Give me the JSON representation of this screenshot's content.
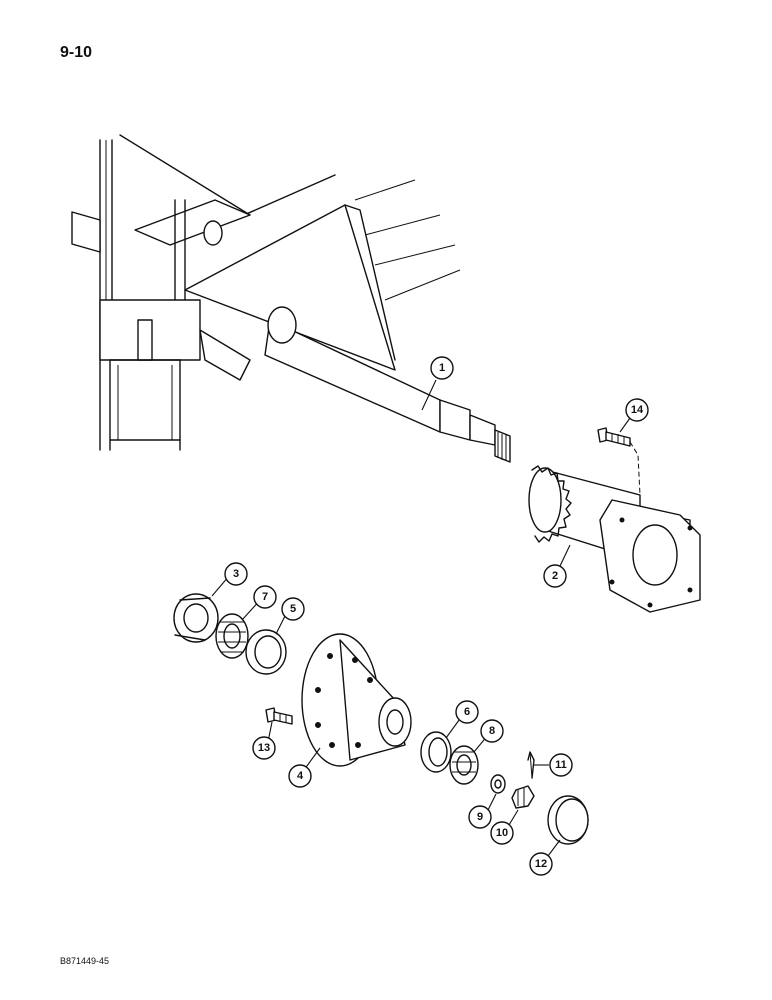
{
  "page": {
    "page_number": "9-10",
    "figure_code": "B871449-45"
  },
  "callouts": [
    {
      "id": "1",
      "label": "1"
    },
    {
      "id": "2",
      "label": "2"
    },
    {
      "id": "3",
      "label": "3"
    },
    {
      "id": "4",
      "label": "4"
    },
    {
      "id": "5",
      "label": "5"
    },
    {
      "id": "6",
      "label": "6"
    },
    {
      "id": "7",
      "label": "7"
    },
    {
      "id": "8",
      "label": "8"
    },
    {
      "id": "9",
      "label": "9"
    },
    {
      "id": "10",
      "label": "10"
    },
    {
      "id": "11",
      "label": "11"
    },
    {
      "id": "12",
      "label": "12"
    },
    {
      "id": "13",
      "label": "13"
    },
    {
      "id": "14",
      "label": "14"
    }
  ]
}
